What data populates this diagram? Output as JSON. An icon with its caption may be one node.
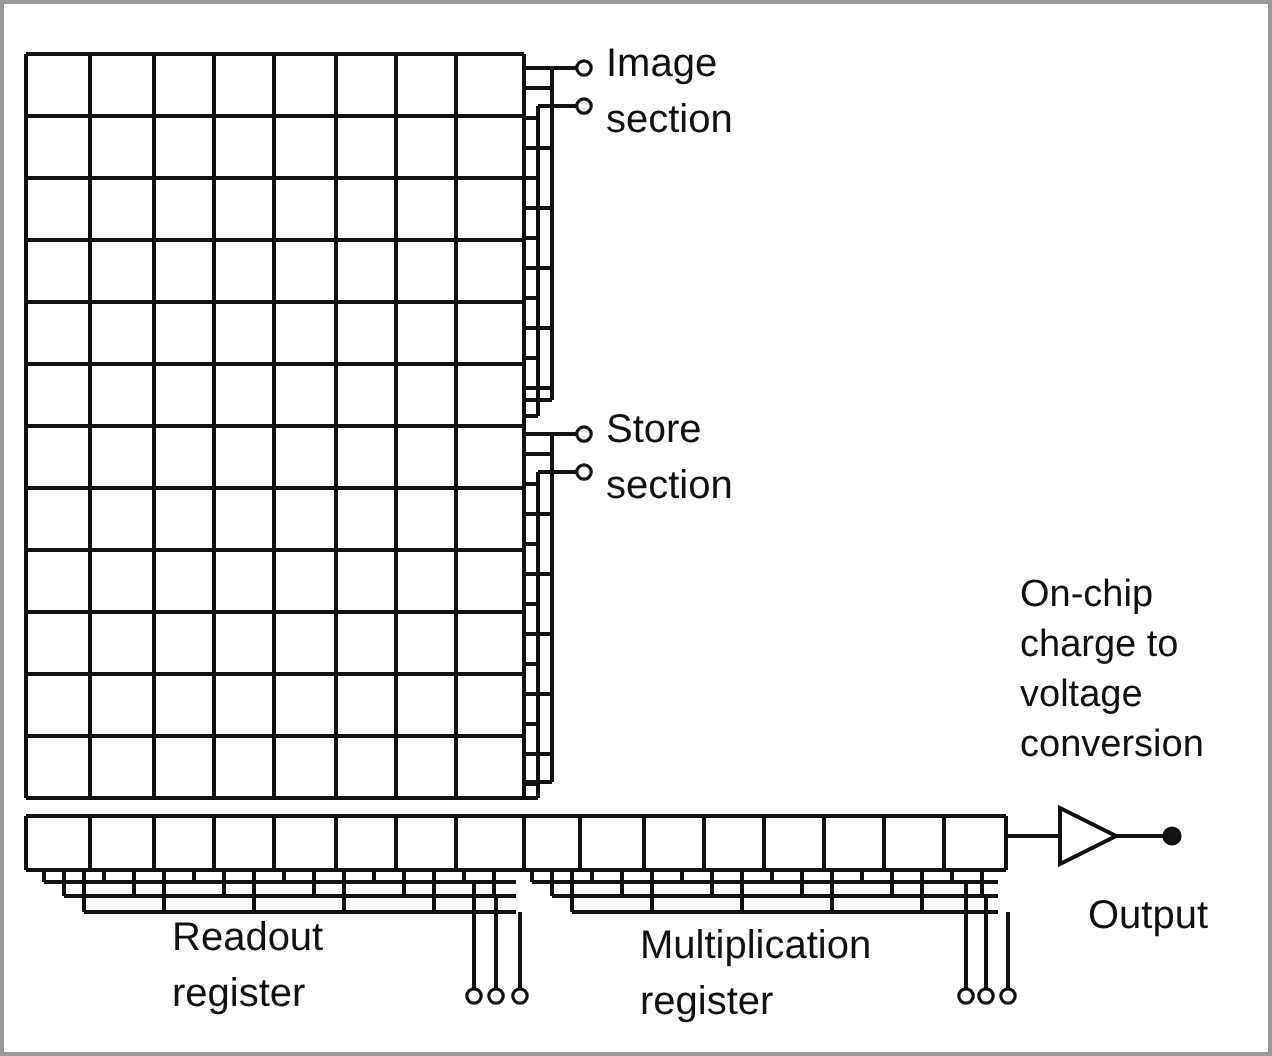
{
  "diagram": {
    "labels": [
      "Image section",
      "Store section",
      "On-chip charge to voltage conversion",
      "Readout register",
      "Multiplication register",
      "Output"
    ]
  }
}
